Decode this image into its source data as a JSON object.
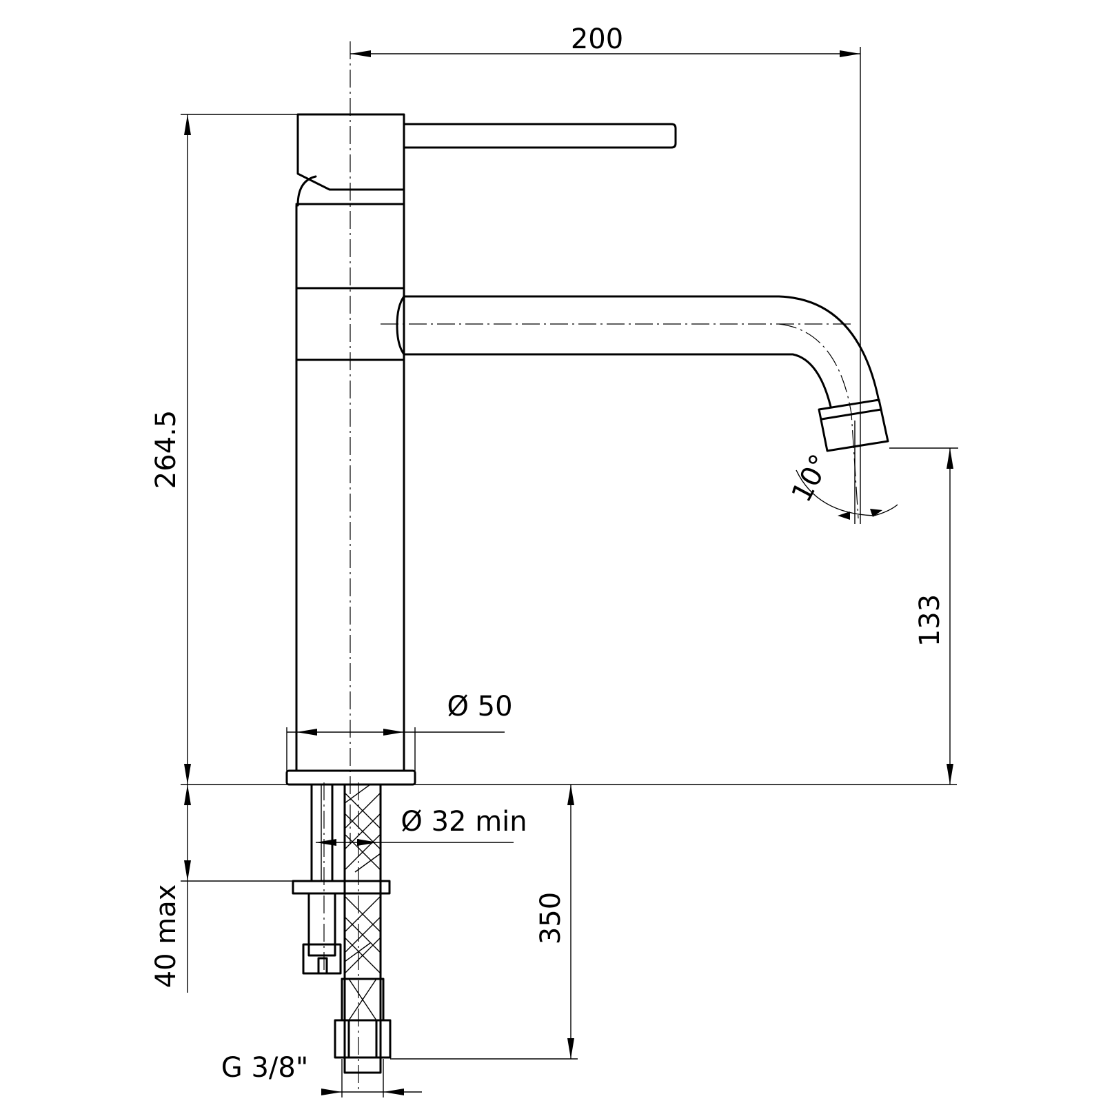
{
  "dimensions": {
    "width_top": "200",
    "height_total": "264.5",
    "spout_height": "133",
    "body_diameter": "Ø 50",
    "hole_diameter": "Ø 32 min",
    "hose_length": "350",
    "counter_thickness": "40 max",
    "connection": "G 3/8\"",
    "spout_angle": "10°"
  }
}
